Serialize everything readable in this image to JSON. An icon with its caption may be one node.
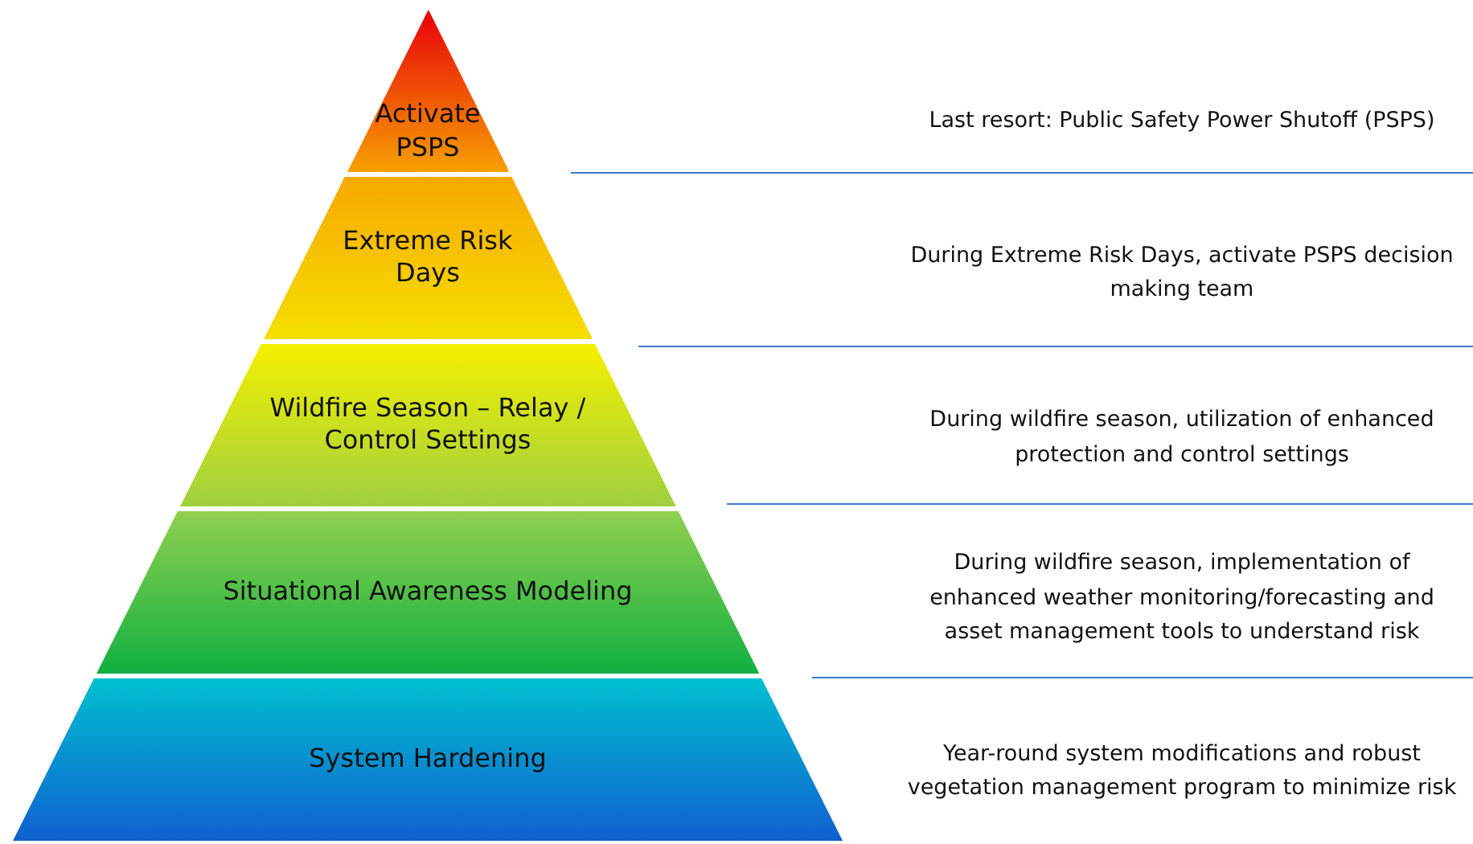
{
  "diagram": {
    "nodes": [
      {
        "text": [
          "Activate PSPS"
        ]
      },
      {
        "text": [
          "Extreme Risk Days"
        ]
      },
      {
        "text": [
          "Wildfire Season – Relay / Control Settings"
        ]
      },
      {
        "text": [
          "Situational Awareness Modeling"
        ]
      },
      {
        "text": [
          "System Hardening"
        ]
      }
    ],
    "edges": [],
    "labels": [
      "Last resort: Public Safety Power Shutoff (PSPS)",
      "During Extreme Risk Days, activate PSPS decision making team",
      "During wildfire season, utilization of enhanced protection and control settings",
      "During wildfire season, implementation of enhanced weather monitoring/forecasting and asset management tools to understand risk",
      "Year-round system modifications and robust vegetation management program to minimize risk"
    ]
  }
}
